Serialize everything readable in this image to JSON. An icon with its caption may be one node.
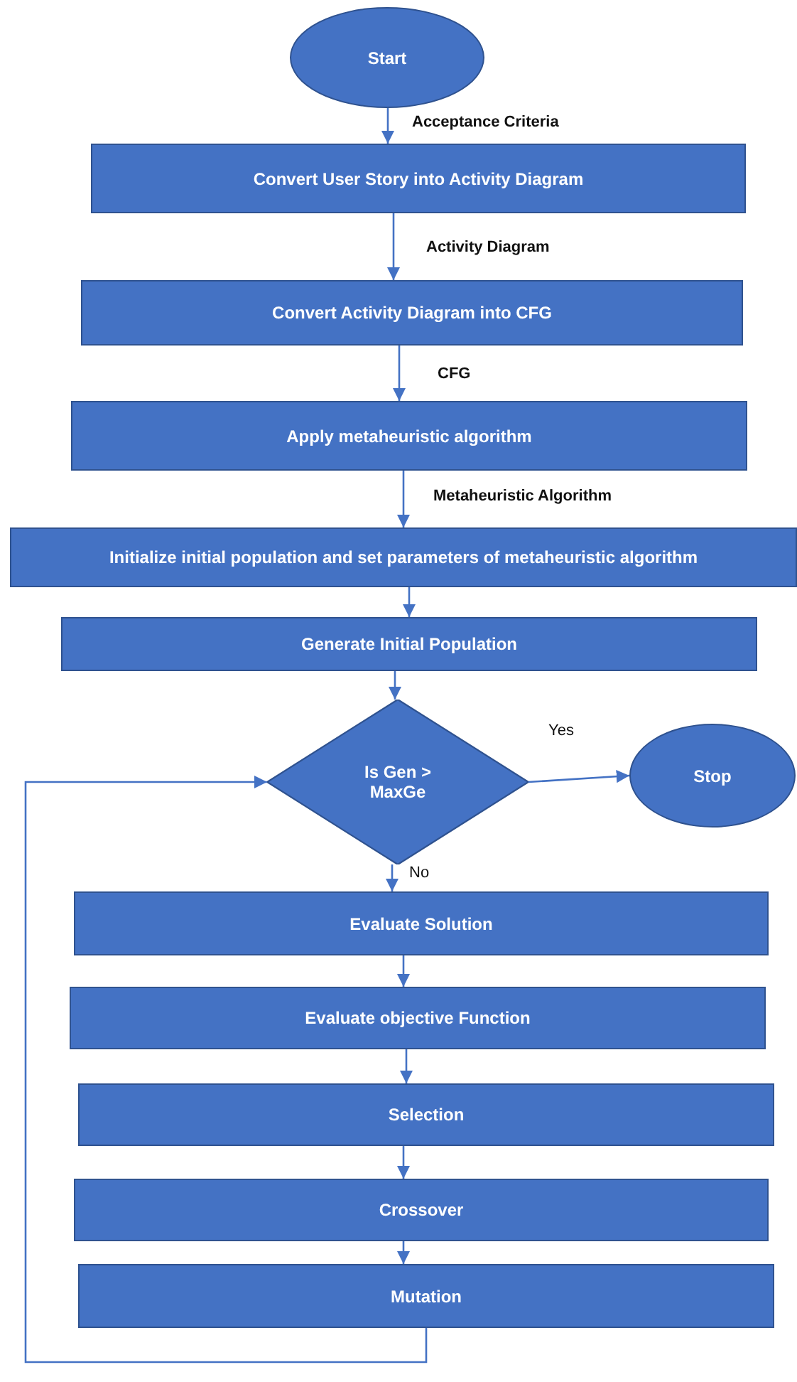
{
  "diagram": {
    "nodes": [
      {
        "text": [
          "Start"
        ]
      },
      {
        "text": [
          "Convert User Story into Activity Diagram"
        ]
      },
      {
        "text": [
          "Convert Activity Diagram into CFG"
        ]
      },
      {
        "text": [
          "Apply metaheuristic algorithm"
        ]
      },
      {
        "text": [
          "Initialize initial population and set parameters of metaheuristic algorithm"
        ]
      },
      {
        "text": [
          "Generate Initial Population"
        ]
      },
      {
        "text": [
          "Is Gen > MaxGe"
        ]
      },
      {
        "text": [
          "Stop"
        ]
      },
      {
        "text": [
          "Evaluate Solution"
        ]
      },
      {
        "text": [
          "Evaluate objective Function"
        ]
      },
      {
        "text": [
          "Selection"
        ]
      },
      {
        "text": [
          "Crossover"
        ]
      },
      {
        "text": [
          "Mutation"
        ]
      }
    ],
    "edges": [
      {
        "from": 0,
        "to": 1,
        "arrow": "to",
        "label": "Acceptance Criteria"
      },
      {
        "from": 1,
        "to": 2,
        "arrow": "to",
        "label": "Activity Diagram"
      },
      {
        "from": 2,
        "to": 3,
        "arrow": "to",
        "label": "CFG"
      },
      {
        "from": 3,
        "to": 4,
        "arrow": "to",
        "label": "Metaheuristic Algorithm"
      },
      {
        "from": 4,
        "to": 5,
        "arrow": "to"
      },
      {
        "from": 5,
        "to": 6,
        "arrow": "to"
      },
      {
        "from": 6,
        "to": 7,
        "arrow": "to",
        "label": "Yes"
      },
      {
        "from": 6,
        "to": 8,
        "arrow": "to",
        "label": "No"
      },
      {
        "from": 8,
        "to": 9,
        "arrow": "to"
      },
      {
        "from": 9,
        "to": 10,
        "arrow": "to"
      },
      {
        "from": 10,
        "to": 11,
        "arrow": "to"
      },
      {
        "from": 11,
        "to": 12,
        "arrow": "to"
      },
      {
        "from": 12,
        "to": 6,
        "arrow": "to"
      }
    ]
  }
}
